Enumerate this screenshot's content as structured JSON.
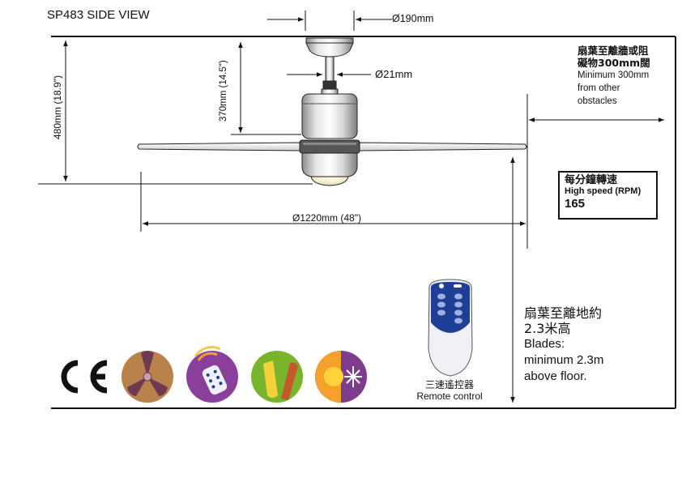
{
  "title": "SP483  SIDE VIEW",
  "dimensions": {
    "canopy_diameter": "Ø190mm",
    "downrod_diameter": "Ø21mm",
    "downrod_drop": "370mm (14.5\")",
    "overall_drop": "480mm (18.9\")",
    "sweep_diameter": "Ø1220mm  (48\")"
  },
  "clearance_note": {
    "zh_line1": "扇葉至離牆或阻",
    "zh_line2": "礙物300mm闊",
    "en_line1": "Minimum 300mm",
    "en_line2": "from other",
    "en_line3": "obstacles"
  },
  "speed_box": {
    "zh": "每分鐘轉速",
    "en": "High speed (RPM)",
    "value": "165"
  },
  "blade_height_note": {
    "zh_line1": "扇葉至離地約",
    "zh_line2": "2.3米高",
    "en_line1": "Blades:",
    "en_line2": "minimum 2.3m",
    "en_line3": "above floor."
  },
  "remote": {
    "zh": "三速遙控器",
    "en": "Remote control"
  },
  "feature_icons": [
    "ce-mark-icon",
    "fan-blades-icon",
    "remote-signal-icon",
    "blade-colours-icon",
    "summer-winter-icon"
  ],
  "colors": {
    "line": "#111111",
    "brand_blue": "#1f3f96",
    "fan_icon_bg": "#b9824a",
    "remote_icon_bg": "#8a3f9a",
    "colours_icon_bg": "#78b52d",
    "season_icon_bg": "#7d3d8c"
  }
}
